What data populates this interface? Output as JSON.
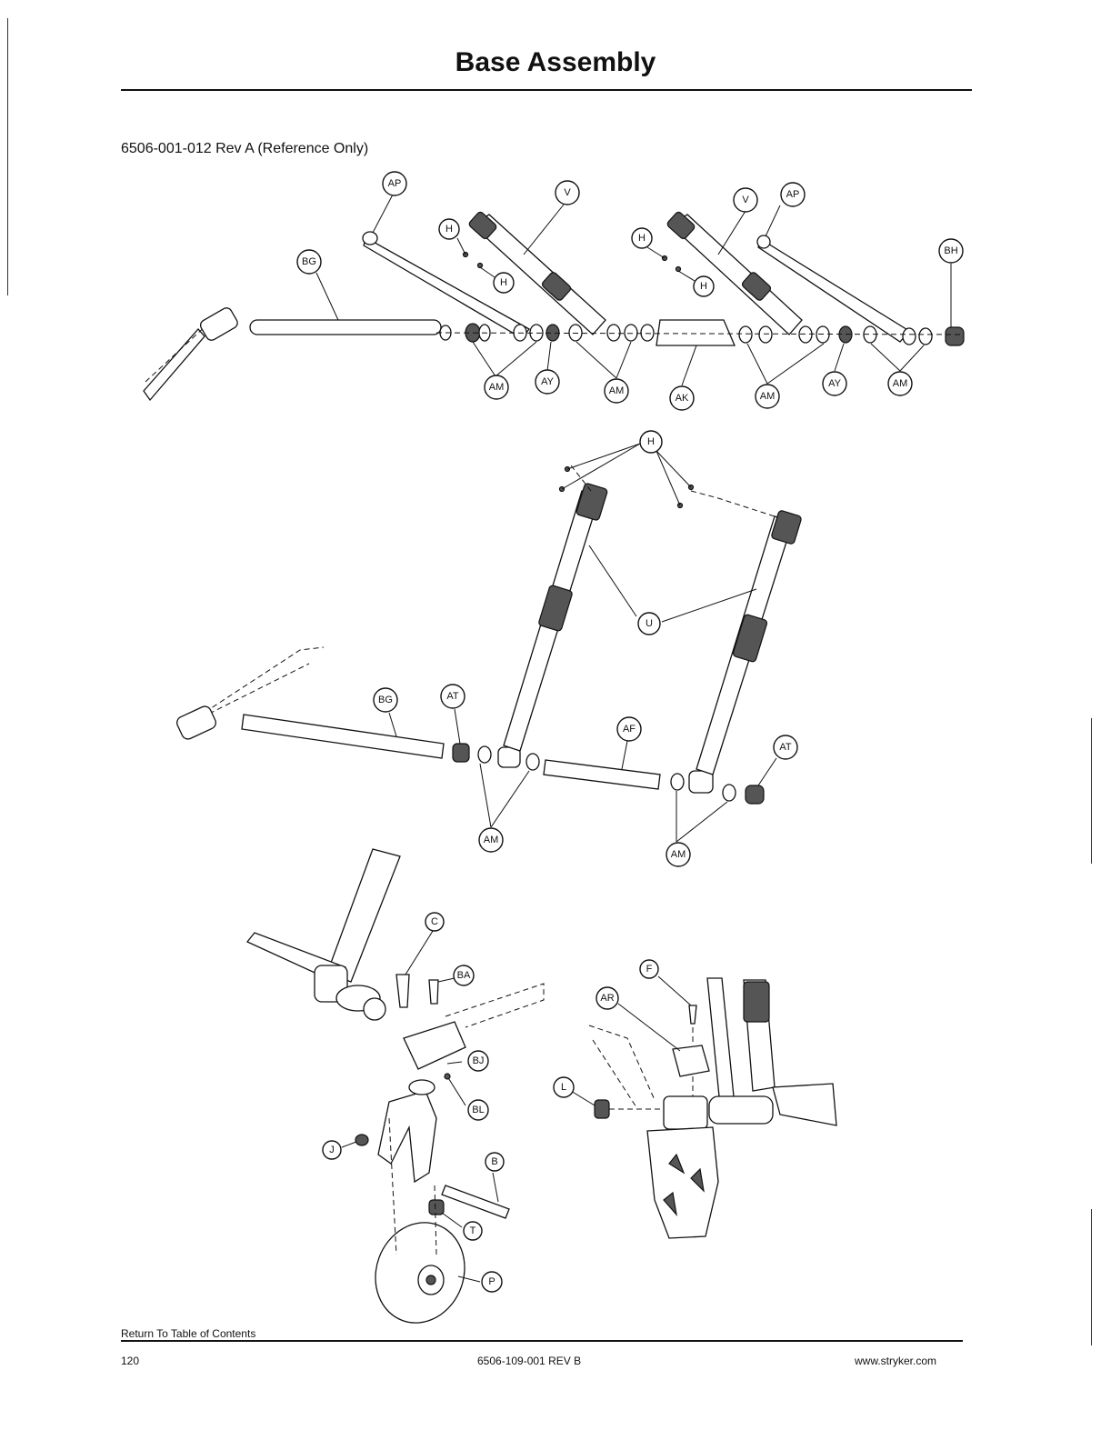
{
  "page": {
    "title": "Base Assembly",
    "subtitle": "6506-001-012 Rev A (Reference Only)",
    "footer_link": "Return To Table of Contents",
    "page_number": "120",
    "doc_number": "6506-109-001 REV B",
    "website": "www.stryker.com"
  },
  "callouts": {
    "top": [
      "AP",
      "V",
      "H",
      "H",
      "BG",
      "H",
      "V",
      "AP",
      "H",
      "BH",
      "AM",
      "AY",
      "AM",
      "AK",
      "AM",
      "AY",
      "AM"
    ],
    "middle": [
      "H",
      "U",
      "BG",
      "AT",
      "AF",
      "AT",
      "AM",
      "AM"
    ],
    "bottom": [
      "C",
      "BA",
      "BJ",
      "BL",
      "J",
      "B",
      "T",
      "P",
      "F",
      "AR",
      "L"
    ]
  }
}
